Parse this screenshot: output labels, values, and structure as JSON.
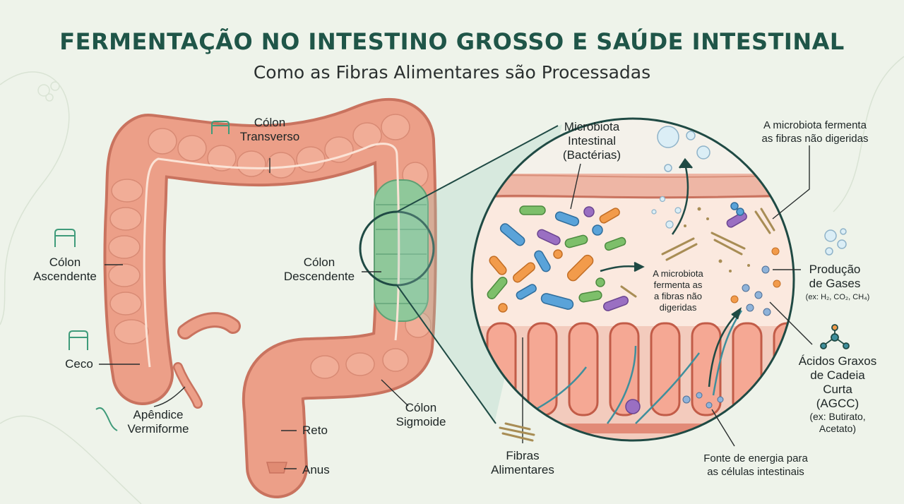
{
  "header": {
    "title": "FERMENTAÇÃO NO INTESTINO GROSSO E SAÚDE INTESTINAL",
    "subtitle": "Como as Fibras Alimentares são Processadas"
  },
  "colon_labels": {
    "transverse": "Cólon\nTransverso",
    "ascending": "Cólon\nAscendente",
    "descending": "Cólon\nDescendente",
    "cecum": "Ceco",
    "appendix": "Apêndice\nVermiforme",
    "rectum": "Reto",
    "anus": "Anus",
    "sigmoid": "Cólon\nSigmoide"
  },
  "detail_labels": {
    "microbiota": "Microbiota\nIntestinal\n(Bactérias)",
    "ferment_top": "A microbiota fermenta\nas fibras não digeridas",
    "ferment_inner": "A microbiota\nfermenta as\na fibras não\ndigeridas",
    "gas_title": "Produção\nde Gases",
    "gas_examples": "(ex: H₂, CO₂, CH₄)",
    "scfa_title": "Ácidos Graxos\nde Cadeia\nCurta\n(AGCC)",
    "scfa_examples": "(ex: Butirato,\nAcetato)",
    "fibers": "Fibras\nAlimentares",
    "energy": "Fonte de energia para\nas células intestinais"
  },
  "colors": {
    "title": "#1f5548",
    "colon": "#ec9f88",
    "colon_dark": "#c9735f",
    "highlight": "#8fc89a",
    "outline": "#1f4a44",
    "background": "#eef3ea"
  }
}
